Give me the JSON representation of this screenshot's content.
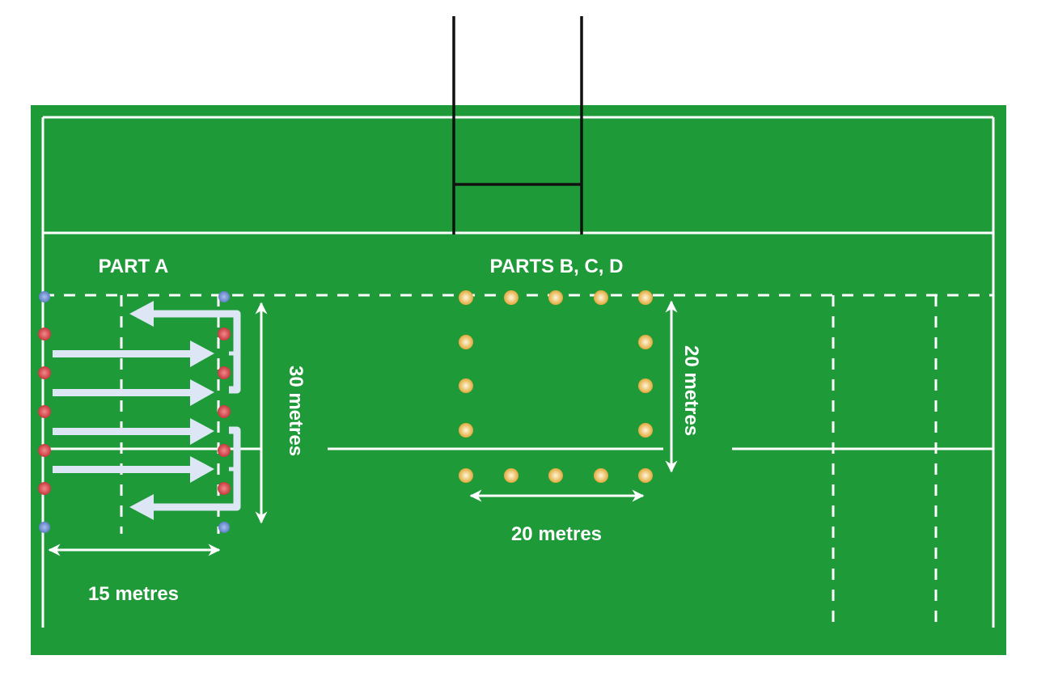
{
  "labels": {
    "part_a": "PART A",
    "parts_bcd": "PARTS B, C, D",
    "dim_30": "30 metres",
    "dim_15": "15 metres",
    "dim_20_vertical": "20 metres",
    "dim_20_horizontal": "20 metres"
  },
  "colors": {
    "field": "#1f9a38",
    "line": "#ffffff",
    "cone_blue": "#6f8fd0",
    "cone_red": "#d9474c",
    "cone_yellow": "#f2c65a",
    "arrow": "#dde6f5",
    "posts": "#111111"
  }
}
